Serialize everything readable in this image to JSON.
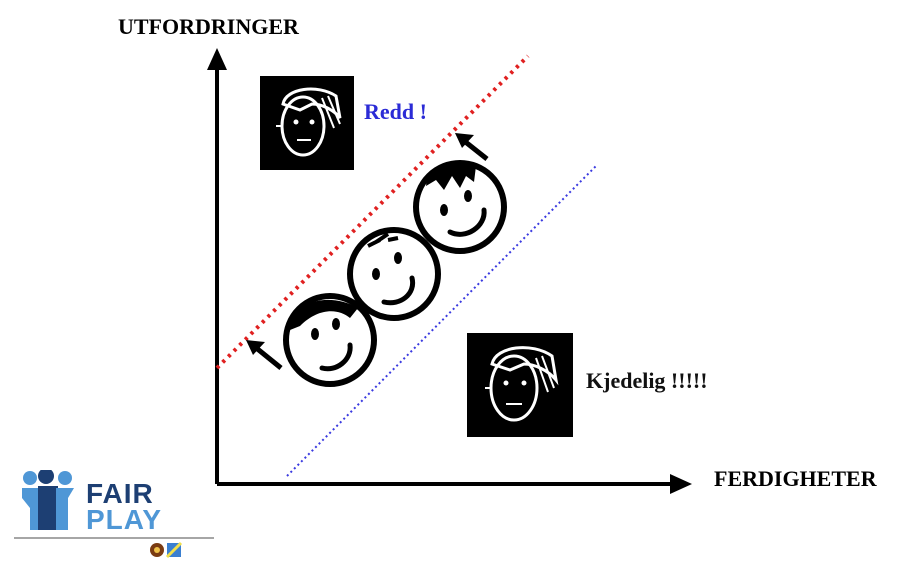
{
  "axes": {
    "y_label": "UTFORDRINGER",
    "x_label": "FERDIGHETER"
  },
  "zones": {
    "upper": {
      "label": "Redd !",
      "label_color": "#2b2bd6",
      "line_color": "#e02020"
    },
    "lower": {
      "label": "Kjedelig !!!!!",
      "label_color": "#111111",
      "line_color": "#3a3ae0"
    }
  },
  "faces": [
    {
      "name": "happy-face-1",
      "expression": "smile"
    },
    {
      "name": "happy-face-2",
      "expression": "smile"
    },
    {
      "name": "happy-face-3",
      "expression": "smile"
    }
  ],
  "arrows": [
    "up-left",
    "up-left"
  ],
  "logo": {
    "word_1": "FAIR",
    "word_2": "PLAY",
    "primary_color": "#1d3f73",
    "secondary_color": "#4f97d6"
  }
}
